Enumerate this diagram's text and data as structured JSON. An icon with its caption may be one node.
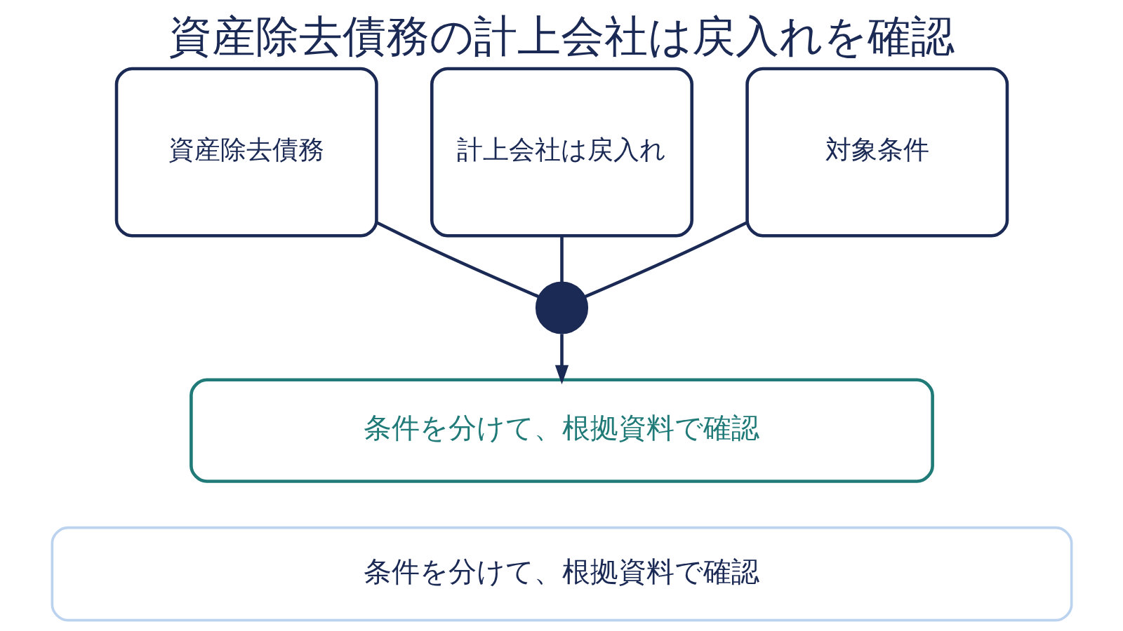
{
  "diagram": {
    "title": "資産除去債務の計上会社は戻入れを確認",
    "nodes": [
      {
        "text": [
          "資産除去債務"
        ]
      },
      {
        "text": [
          "計上会社は戻入れ"
        ]
      },
      {
        "text": [
          "対象条件"
        ]
      },
      {
        "text": [],
        "shape": "circle"
      },
      {
        "text": [
          "条件を分けて、根拠資料で確認"
        ]
      },
      {
        "text": [
          "条件を分けて、根拠資料で確認"
        ]
      }
    ],
    "edges": [
      {
        "from": 0,
        "to": 3,
        "arrow": "none"
      },
      {
        "from": 1,
        "to": 3,
        "arrow": "none"
      },
      {
        "from": 2,
        "to": 3,
        "arrow": "none"
      },
      {
        "from": 3,
        "to": 4,
        "arrow": "to"
      }
    ]
  }
}
